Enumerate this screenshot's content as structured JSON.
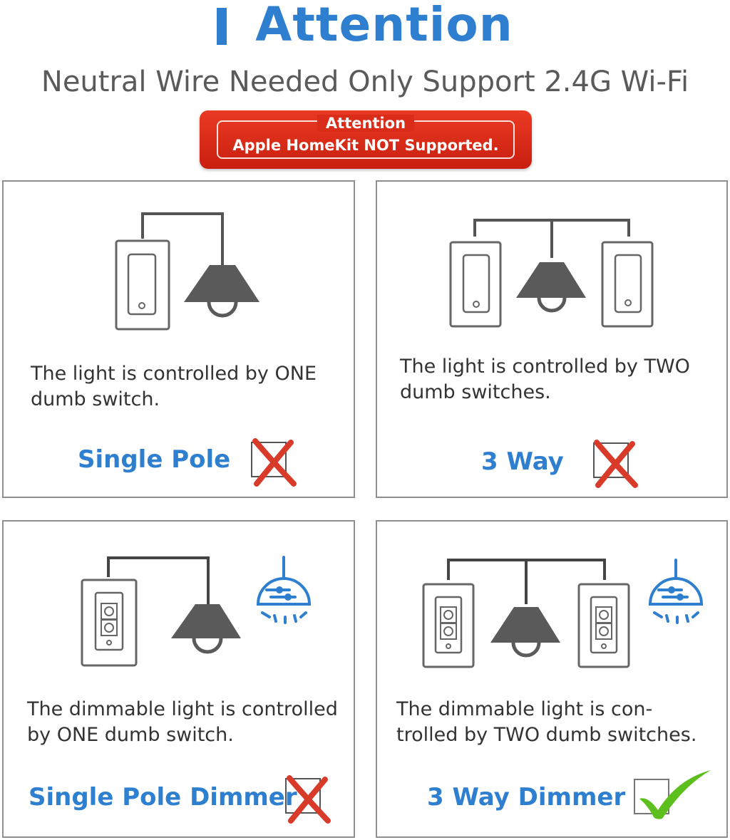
{
  "header": {
    "title": "Attention",
    "subtitle": "Neutral Wire Needed Only Support 2.4G Wi-Fi"
  },
  "badge": {
    "line1": "Attention",
    "line2": "Apple HomeKit NOT Supported."
  },
  "colors": {
    "accent_blue": "#2f7fd0",
    "badge_red": "#d92c19",
    "cross_red": "#d93b2b",
    "check_green": "#5cbf1e",
    "icon_gray": "#5a5a5a"
  },
  "panels": [
    {
      "description": [
        "The light is controlled by ONE",
        "dumb switch."
      ],
      "label": "Single Pole",
      "status": "cross",
      "status_icon": "red-cross-icon"
    },
    {
      "description": [
        "The light is controlled by TWO",
        "dumb switches."
      ],
      "label": "3 Way",
      "status": "cross",
      "status_icon": "red-cross-icon"
    },
    {
      "description": [
        "The dimmable light is controlled",
        "by ONE dumb switch."
      ],
      "label": "Single Pole Dimmer",
      "status": "cross",
      "status_icon": "red-cross-icon"
    },
    {
      "description": [
        "The dimmable light is con-",
        "trolled by TWO dumb switches."
      ],
      "label": "3 Way Dimmer",
      "status": "check",
      "status_icon": "green-check-icon"
    }
  ]
}
